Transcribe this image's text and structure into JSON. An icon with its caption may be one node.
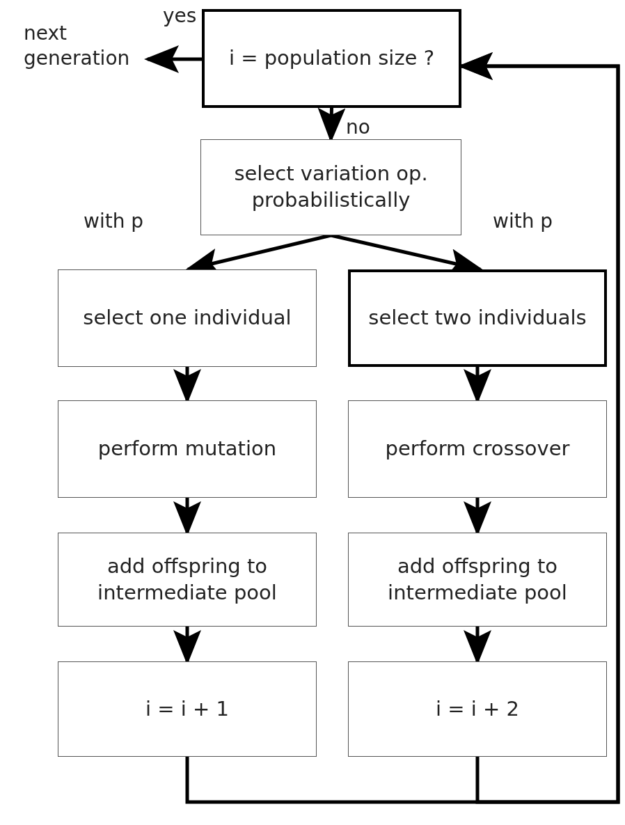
{
  "diagram": {
    "nodes": [
      {
        "text": [
          "i = population size ?"
        ]
      },
      {
        "text": [
          "next generation"
        ]
      },
      {
        "text": [
          "select variation op. probabilistically"
        ]
      },
      {
        "text": [
          "select one individual"
        ]
      },
      {
        "text": [
          "select two individuals"
        ]
      },
      {
        "text": [
          "perform mutation"
        ]
      },
      {
        "text": [
          "perform crossover"
        ]
      },
      {
        "text": [
          "add offspring to intermediate pool"
        ]
      },
      {
        "text": [
          "add offspring to intermediate pool"
        ]
      },
      {
        "text": [
          "i = i + 1"
        ]
      },
      {
        "text": [
          "i = i + 2"
        ]
      }
    ],
    "edges": [
      {
        "from": 0,
        "to": 1,
        "arrow": "to",
        "label": "yes"
      },
      {
        "from": 0,
        "to": 2,
        "arrow": "to",
        "label": "no"
      },
      {
        "from": 2,
        "to": 3,
        "arrow": "to",
        "label": "with p"
      },
      {
        "from": 2,
        "to": 4,
        "arrow": "to",
        "label": "with p"
      },
      {
        "from": 3,
        "to": 5,
        "arrow": "to"
      },
      {
        "from": 5,
        "to": 7,
        "arrow": "to"
      },
      {
        "from": 7,
        "to": 9,
        "arrow": "to"
      },
      {
        "from": 4,
        "to": 6,
        "arrow": "to"
      },
      {
        "from": 6,
        "to": 8,
        "arrow": "to"
      },
      {
        "from": 8,
        "to": 10,
        "arrow": "to"
      },
      {
        "from": 9,
        "to": 0,
        "arrow": "to"
      },
      {
        "from": 10,
        "to": 0,
        "arrow": "to"
      }
    ]
  }
}
